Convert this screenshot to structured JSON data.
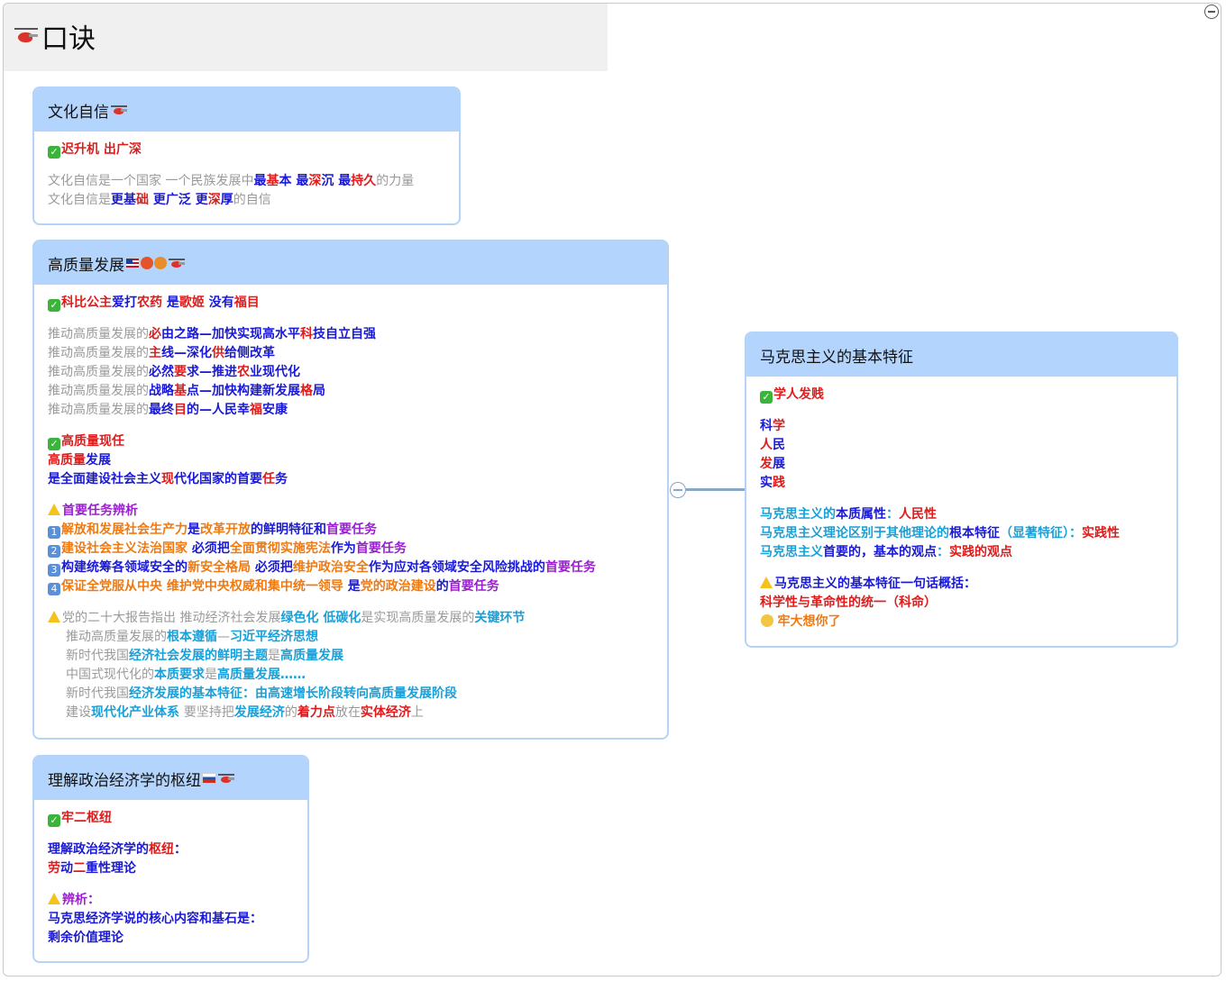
{
  "title": "口诀",
  "cards": {
    "culture": {
      "title": "文化自信",
      "mnemonic": [
        [
          "迟升机 出广深",
          "r"
        ]
      ],
      "lines": [
        [
          [
            "文化自信是一个国家 一个民族发展中",
            "g"
          ],
          [
            "最",
            "b"
          ],
          [
            "基",
            "r"
          ],
          [
            "本 ",
            "b"
          ],
          [
            "最",
            "b"
          ],
          [
            "深",
            "r"
          ],
          [
            "沉 ",
            "b"
          ],
          [
            "最",
            "b"
          ],
          [
            "持久",
            "r"
          ],
          [
            "的力量",
            "g"
          ]
        ],
        [
          [
            "文化自信是",
            "g"
          ],
          [
            "更基",
            "b"
          ],
          [
            "础 ",
            "r"
          ],
          [
            "更广泛 ",
            "b"
          ],
          [
            "更",
            "b"
          ],
          [
            "深",
            "r"
          ],
          [
            "厚",
            "b"
          ],
          [
            "的自信",
            "g"
          ]
        ]
      ]
    },
    "quality": {
      "title": "高质量发展",
      "mnemonic": [
        [
          "科比公主",
          "r"
        ],
        [
          "爱打",
          "b"
        ],
        [
          "农药 ",
          "r"
        ],
        [
          "是",
          "b"
        ],
        [
          "歌姬 ",
          "r"
        ],
        [
          "没有",
          "b"
        ],
        [
          "福目",
          "r"
        ]
      ],
      "s1": [
        [
          [
            "推动高质量发展的",
            "g"
          ],
          [
            "必",
            "r"
          ],
          [
            "由之路—加快实现高水平",
            "b"
          ],
          [
            "科",
            "r"
          ],
          [
            "技自立自强",
            "b"
          ]
        ],
        [
          [
            "推动高质量发展的",
            "g"
          ],
          [
            "主",
            "r"
          ],
          [
            "线—深化",
            "b"
          ],
          [
            "供",
            "r"
          ],
          [
            "给侧改革",
            "b"
          ]
        ],
        [
          [
            "推动高质量发展的",
            "g"
          ],
          [
            "必然",
            "b"
          ],
          [
            "要",
            "r"
          ],
          [
            "求—推进",
            "b"
          ],
          [
            "农",
            "r"
          ],
          [
            "业现代化",
            "b"
          ]
        ],
        [
          [
            "推动高质量发展的",
            "g"
          ],
          [
            "战略",
            "b"
          ],
          [
            "基",
            "r"
          ],
          [
            "点—加快构建新发展",
            "b"
          ],
          [
            "格",
            "r"
          ],
          [
            "局",
            "b"
          ]
        ],
        [
          [
            "推动高质量发展的",
            "g"
          ],
          [
            "最终",
            "b"
          ],
          [
            "目",
            "r"
          ],
          [
            "的—人民幸",
            "b"
          ],
          [
            "福",
            "r"
          ],
          [
            "安康",
            "b"
          ]
        ]
      ],
      "s2": [
        [
          [
            "高质量现任",
            "r"
          ]
        ],
        [
          [
            "高质量",
            "r"
          ],
          [
            "发展",
            "b"
          ]
        ],
        [
          [
            "是全面建设社会主义",
            "b"
          ],
          [
            "现",
            "r"
          ],
          [
            "代化国家的首要",
            "b"
          ],
          [
            "任",
            "r"
          ],
          [
            "务",
            "b"
          ]
        ]
      ],
      "s3_head": [
        [
          "首要任务辨析",
          "p"
        ]
      ],
      "s3": [
        [
          [
            "解放和发展社会生产力",
            "o"
          ],
          [
            "是",
            "b"
          ],
          [
            "改革开放",
            "o"
          ],
          [
            "的鲜明特征和",
            "b"
          ],
          [
            "首要任务",
            "p"
          ]
        ],
        [
          [
            "建设社会主义法治国家 ",
            "o"
          ],
          [
            "必须把",
            "b"
          ],
          [
            "全面贯彻实施宪法",
            "o"
          ],
          [
            "作为",
            "b"
          ],
          [
            "首要任务",
            "p"
          ]
        ],
        [
          [
            "构建统筹各领域安全的",
            "b"
          ],
          [
            "新安全格局 ",
            "o"
          ],
          [
            "必须把",
            "b"
          ],
          [
            "维护政治安全",
            "o"
          ],
          [
            "作为应对各领域安全风险挑战的",
            "b"
          ],
          [
            "首要任务",
            "p"
          ]
        ],
        [
          [
            "保证全党服从中央 维护党中央权威和集中统一领导 ",
            "o"
          ],
          [
            "是",
            "b"
          ],
          [
            "党的政治建设",
            "o"
          ],
          [
            "的",
            "b"
          ],
          [
            "首要任务",
            "p"
          ]
        ]
      ],
      "s4_head": [
        [
          "党的二十大报告指出 推动经济社会发展",
          "g"
        ],
        [
          "绿色化 低碳化",
          "c"
        ],
        [
          "是实现高质量发展的",
          "g"
        ],
        [
          "关键环节",
          "c"
        ]
      ],
      "s4": [
        [
          [
            "推动高质量发展的",
            "g"
          ],
          [
            "根本遵循",
            "c"
          ],
          [
            "—",
            "g"
          ],
          [
            "习近平经济思想",
            "c"
          ]
        ],
        [
          [
            "新时代我国",
            "g"
          ],
          [
            "经济社会发展的鲜明主题",
            "c"
          ],
          [
            "是",
            "g"
          ],
          [
            "高质量发展",
            "c"
          ]
        ],
        [
          [
            "中国式现代化的",
            "g"
          ],
          [
            "本质要求",
            "c"
          ],
          [
            "是",
            "g"
          ],
          [
            "高质量发展……",
            "c"
          ]
        ],
        [
          [
            "新时代我国",
            "g"
          ],
          [
            "经济发展的基本特征：",
            "c"
          ],
          [
            "由高速增长阶段转向高质量发展阶段",
            "c"
          ]
        ],
        [
          [
            "建设",
            "g"
          ],
          [
            "现代化产业体系 ",
            "c"
          ],
          [
            "要坚持把",
            "g"
          ],
          [
            "发展经济",
            "c"
          ],
          [
            "的",
            "g"
          ],
          [
            "着力点",
            "r"
          ],
          [
            "放在",
            "g"
          ],
          [
            "实体经济",
            "r"
          ],
          [
            "上",
            "g"
          ]
        ]
      ]
    },
    "economy": {
      "title": "理解政治经济学的枢纽",
      "mnemonic": [
        [
          "牢二枢纽",
          "r"
        ]
      ],
      "s1": [
        [
          [
            "理解政治经济学的",
            "b"
          ],
          [
            "枢纽",
            "r"
          ],
          [
            "：",
            "b"
          ]
        ],
        [
          [
            "劳",
            "r"
          ],
          [
            "动",
            "b"
          ],
          [
            "二",
            "r"
          ],
          [
            "重性理论",
            "b"
          ]
        ]
      ],
      "s2_head": [
        [
          "辨析：",
          "p"
        ]
      ],
      "s2": [
        [
          [
            "马克思经济学说的核心内容和基石是：",
            "b"
          ]
        ],
        [
          [
            "剩余价值理论",
            "b"
          ]
        ]
      ]
    },
    "marx": {
      "title": "马克思主义的基本特征",
      "mnemonic": [
        [
          "学人发贱",
          "r"
        ]
      ],
      "s1": [
        [
          [
            "科",
            "b"
          ],
          [
            "学",
            "r"
          ]
        ],
        [
          [
            "人",
            "r"
          ],
          [
            "民",
            "b"
          ]
        ],
        [
          [
            "发",
            "r"
          ],
          [
            "展",
            "b"
          ]
        ],
        [
          [
            "实",
            "b"
          ],
          [
            "践",
            "r"
          ]
        ]
      ],
      "s2": [
        [
          [
            "马克思主义的",
            "c"
          ],
          [
            "本质属性",
            "b"
          ],
          [
            "：",
            "c"
          ],
          [
            "人民性",
            "r"
          ]
        ],
        [
          [
            "马克思主义理论区别于其他理论的",
            "c"
          ],
          [
            "根本特征",
            "b"
          ],
          [
            "（显著特征）：",
            "c"
          ],
          [
            "实践性",
            "r"
          ]
        ],
        [
          [
            "马克思主义",
            "c"
          ],
          [
            "首要的，基本的观点",
            "b"
          ],
          [
            "：",
            "c"
          ],
          [
            "实践的观点",
            "r"
          ]
        ]
      ],
      "s3_head": [
        [
          "马克思主义的基本特征一句话概括：",
          "b"
        ]
      ],
      "s3": [
        [
          [
            "科学性与革",
            "r"
          ],
          [
            "命",
            "r"
          ],
          [
            "性的统一（科命）",
            "r"
          ]
        ]
      ],
      "s3_tail": [
        [
          "牢大想你了",
          "o"
        ]
      ]
    }
  },
  "colors": {
    "red": "#e01b1b",
    "blue": "#1a1ad6",
    "gray": "#9a9a9a",
    "orange": "#f07a12",
    "purple": "#9b1fd1",
    "cyan": "#1aa0d8",
    "card_header": "#b3d4fc"
  },
  "icons": {
    "title": "helicopter-icon",
    "check": "check-mark-icon",
    "warning": "warning-icon"
  }
}
